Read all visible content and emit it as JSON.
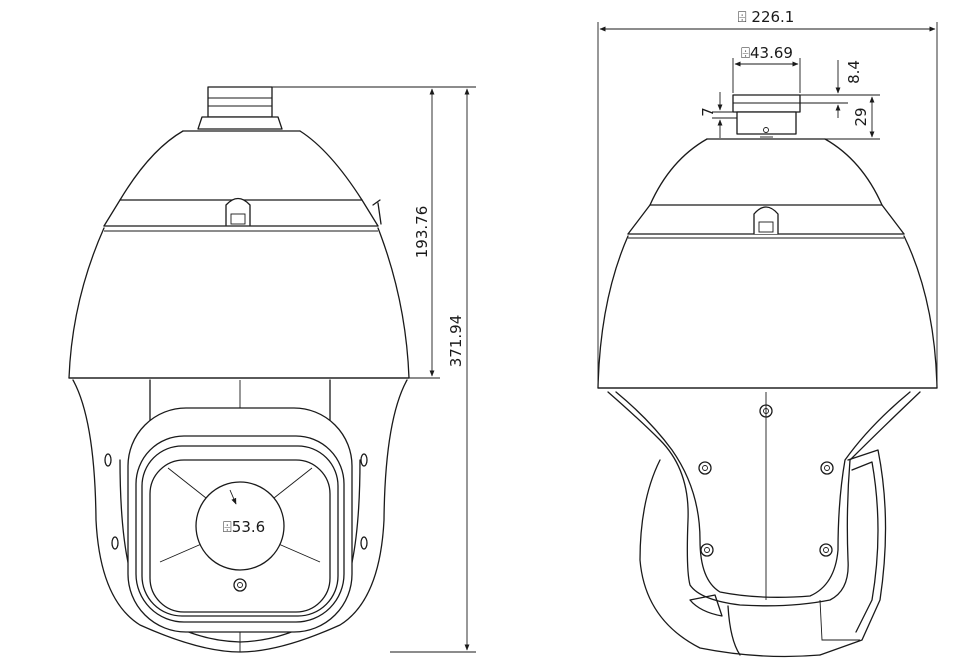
{
  "dimensions": {
    "dome_height": "193.76",
    "total_height": "371.94",
    "lens_window_diameter": "⌹53.6",
    "outer_diameter": "⌹ 226.1",
    "mount_diameter": "⌹43.69",
    "mount_top_thickness": "8.4",
    "mount_height": "29",
    "mount_gap": "7"
  }
}
